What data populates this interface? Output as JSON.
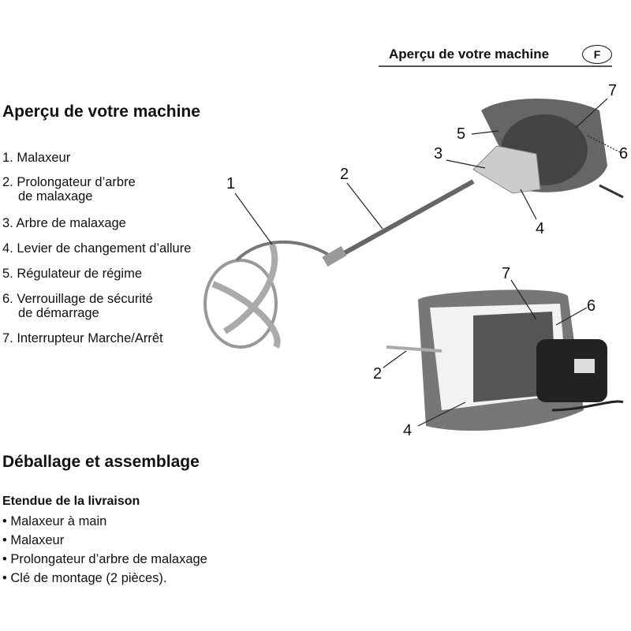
{
  "header": {
    "title": "Aperçu de votre machine",
    "language_badge": "F"
  },
  "overview": {
    "title": "Aperçu de votre machine",
    "items": [
      {
        "line1": "1. Malaxeur"
      },
      {
        "line1": "2. Prolongateur d’arbre",
        "line2": "de malaxage"
      },
      {
        "line1": "3. Arbre de malaxage"
      },
      {
        "line1": "4. Levier de changement d’allure"
      },
      {
        "line1": "5. Régulateur de régime"
      },
      {
        "line1": "6. Verrouillage de sécurité",
        "line2": "de démarrage"
      },
      {
        "line1": "7. Interrupteur Marche/Arrêt"
      }
    ]
  },
  "figure_callouts": {
    "top": [
      "1",
      "2",
      "3",
      "5",
      "7",
      "6",
      "4"
    ],
    "bottom": [
      "7",
      "6",
      "2",
      "4"
    ]
  },
  "unpacking": {
    "title": "Déballage et assemblage",
    "subtitle": "Etendue de la livraison",
    "bullets": [
      "• Malaxeur à main",
      "• Malaxeur",
      "• Prolongateur d’arbre de malaxage",
      "• Clé de montage (2 pièces)."
    ]
  }
}
